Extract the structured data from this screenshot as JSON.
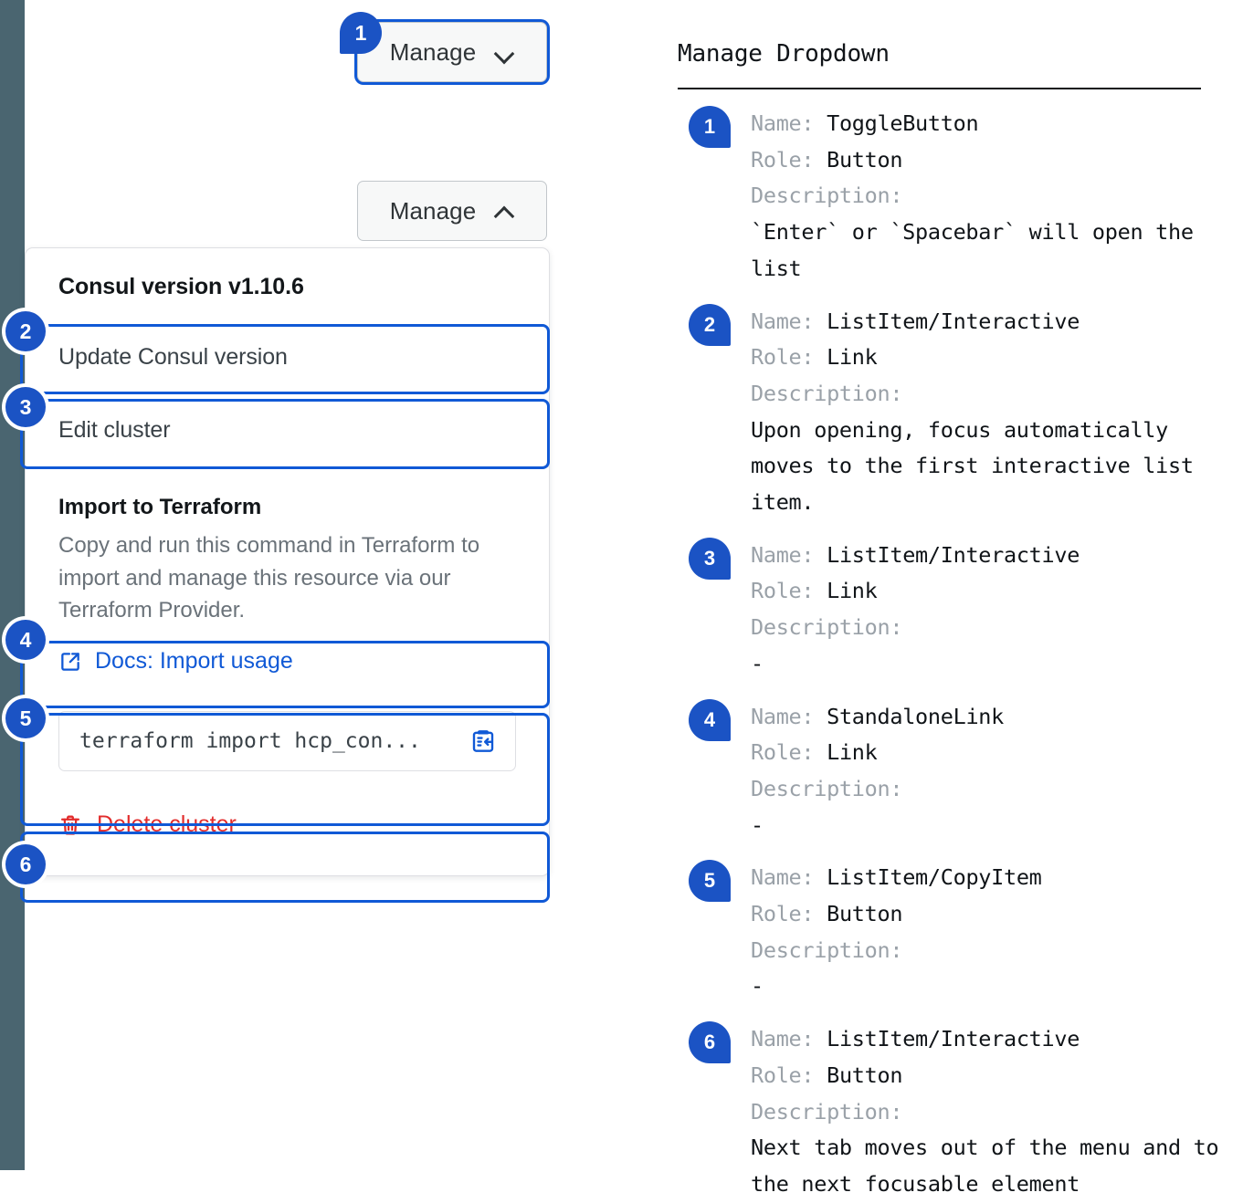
{
  "theme": {
    "accent_blue": "#1059d6",
    "badge_blue": "#1b53c4",
    "danger_red": "#e22c2c",
    "rail_gray": "#4a6570",
    "muted_text": "#6a7279"
  },
  "mock": {
    "toggle_closed": {
      "label": "Manage",
      "icon": "chevron-down-icon",
      "state": "collapsed",
      "badge": "1"
    },
    "toggle_open": {
      "label": "Manage",
      "icon": "chevron-up-icon",
      "state": "expanded"
    },
    "dropdown": {
      "header": "Consul version v1.10.6",
      "items": [
        {
          "label": "Update Consul version",
          "badge": "2"
        },
        {
          "label": "Edit cluster",
          "badge": "3"
        }
      ],
      "terraform": {
        "title": "Import to Terraform",
        "body": "Copy and run this command in Terraform to import and manage this resource via our Terraform Provider.",
        "docs_link": {
          "label": "Docs: Import usage",
          "icon": "external-link-doc-icon",
          "badge": "4"
        },
        "command": {
          "value": "terraform import hcp_con...",
          "copy_icon": "clipboard-copy-icon",
          "badge": "5"
        }
      },
      "delete": {
        "label": "Delete cluster",
        "icon": "trash-icon",
        "badge": "6"
      }
    }
  },
  "legend": {
    "title": "Manage Dropdown",
    "labels": {
      "name": "Name:",
      "role": "Role:",
      "description": "Description:"
    },
    "entries": [
      {
        "badge": "1",
        "name": "ToggleButton",
        "role": "Button",
        "description": "`Enter` or `Spacebar` will open the list"
      },
      {
        "badge": "2",
        "name": "ListItem/Interactive",
        "role": "Link",
        "description": "Upon opening, focus automatically moves to the first interactive list item."
      },
      {
        "badge": "3",
        "name": "ListItem/Interactive",
        "role": "Link",
        "description": "-"
      },
      {
        "badge": "4",
        "name": "StandaloneLink",
        "role": "Link",
        "description": "-"
      },
      {
        "badge": "5",
        "name": "ListItem/CopyItem",
        "role": "Button",
        "description": "-"
      },
      {
        "badge": "6",
        "name": "ListItem/Interactive",
        "role": "Button",
        "description": "Next tab moves out of the menu and to the next focusable element"
      }
    ]
  }
}
